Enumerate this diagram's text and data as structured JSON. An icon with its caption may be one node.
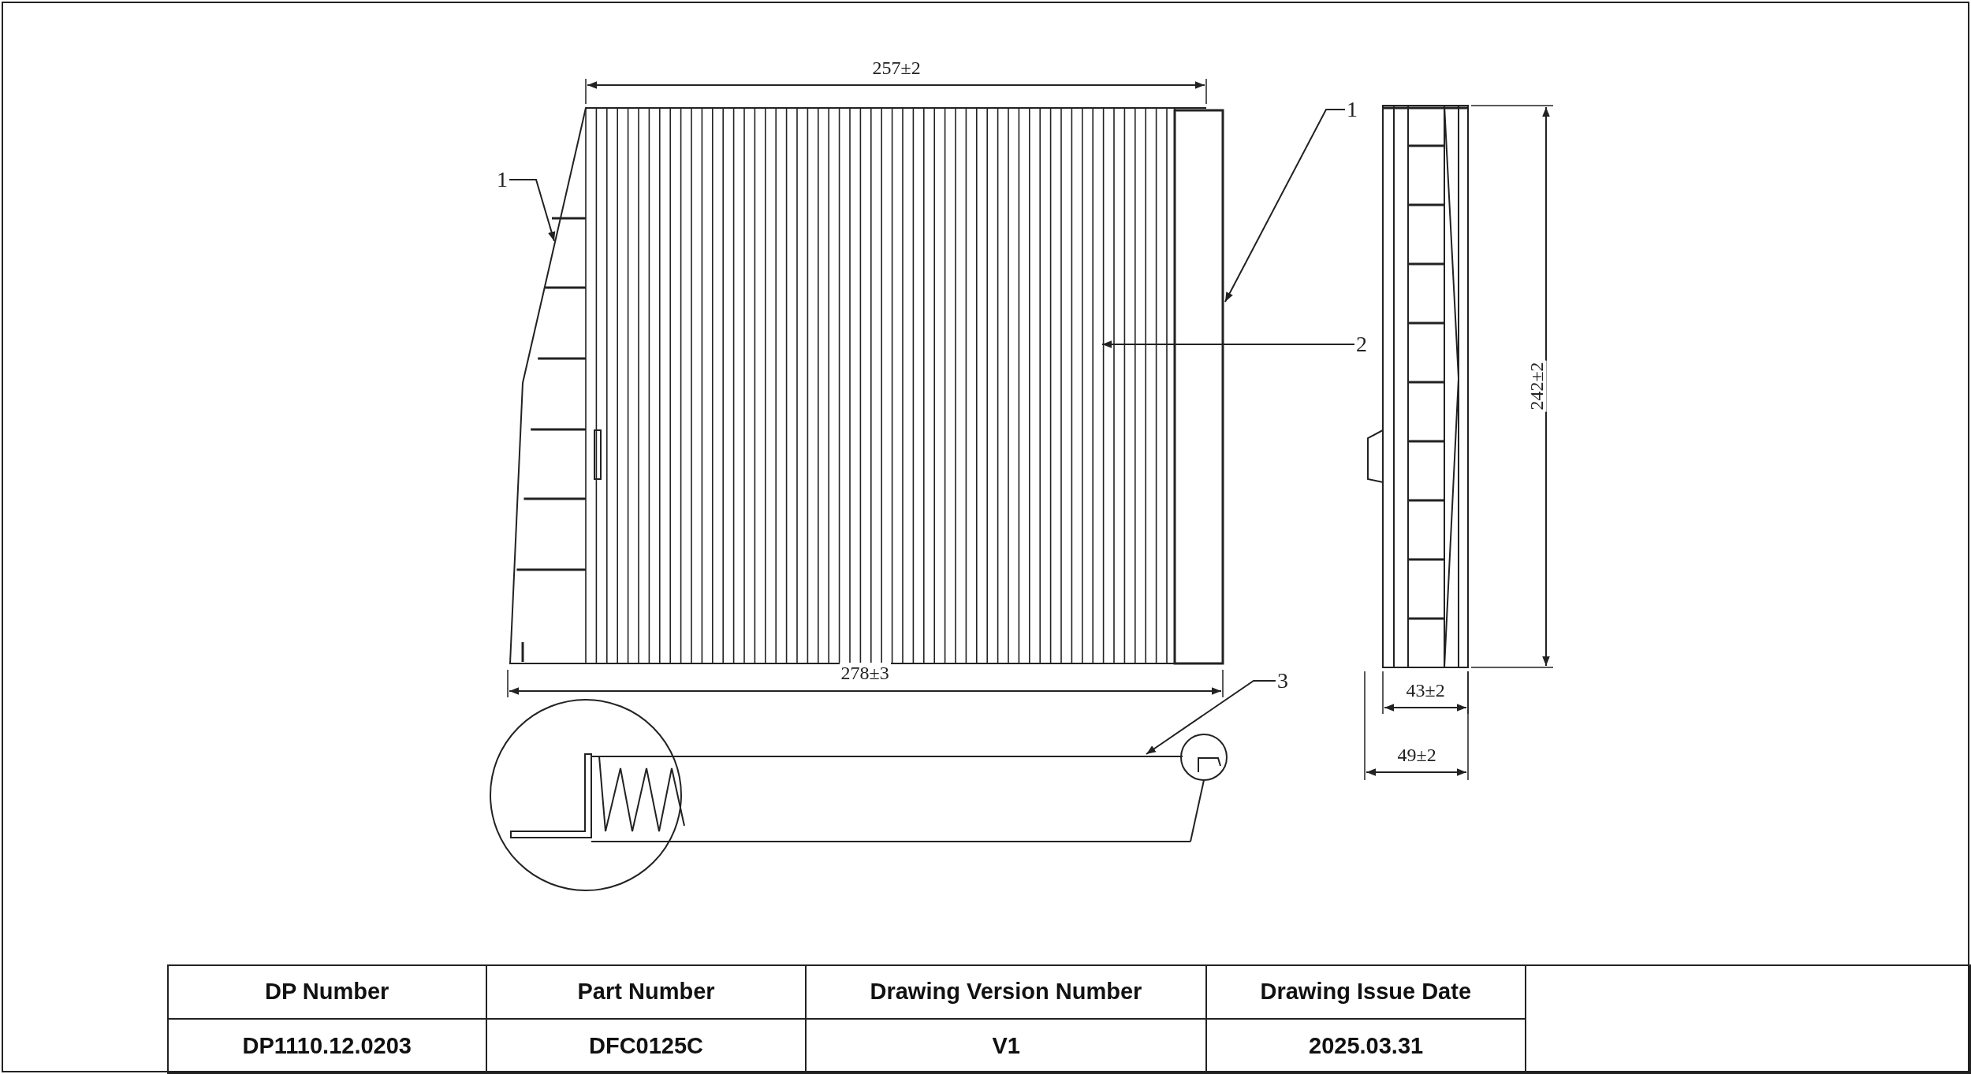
{
  "diagram": {
    "nodes": [
      {
        "text": [
          "1"
        ]
      },
      {
        "text": [
          "1"
        ]
      },
      {
        "text": [
          "2"
        ]
      },
      {
        "text": [
          "3"
        ]
      }
    ],
    "edges": [
      {
        "from": 0,
        "to": null,
        "arrow": "to"
      },
      {
        "from": 1,
        "to": null,
        "arrow": "to"
      },
      {
        "from": 2,
        "to": null,
        "arrow": "to"
      },
      {
        "from": 3,
        "to": null,
        "arrow": "to"
      }
    ],
    "labels": [
      "257±2",
      "242±2",
      "278±3",
      "43±2",
      "49±2",
      "DP Number",
      "Part Number",
      "Drawing Version Number",
      "Drawing Issue Date",
      "DP1110.12.0203",
      "DFC0125C",
      "V1",
      "2025.03.31"
    ]
  }
}
